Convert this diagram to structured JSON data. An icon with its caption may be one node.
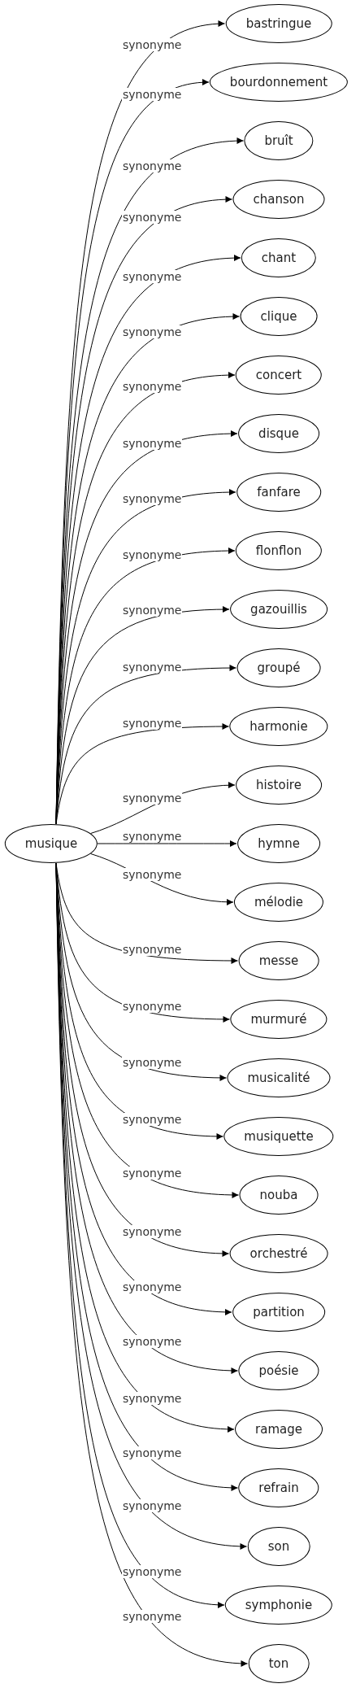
{
  "diagram": {
    "nodes": [
      {
        "text": [
          "musique"
        ]
      },
      {
        "text": [
          "bastringue"
        ]
      },
      {
        "text": [
          "bourdonnement"
        ]
      },
      {
        "text": [
          "bruît"
        ]
      },
      {
        "text": [
          "chanson"
        ]
      },
      {
        "text": [
          "chant"
        ]
      },
      {
        "text": [
          "clique"
        ]
      },
      {
        "text": [
          "concert"
        ]
      },
      {
        "text": [
          "disque"
        ]
      },
      {
        "text": [
          "fanfare"
        ]
      },
      {
        "text": [
          "flonflon"
        ]
      },
      {
        "text": [
          "gazouillis"
        ]
      },
      {
        "text": [
          "groupé"
        ]
      },
      {
        "text": [
          "harmonie"
        ]
      },
      {
        "text": [
          "histoire"
        ]
      },
      {
        "text": [
          "hymne"
        ]
      },
      {
        "text": [
          "mélodie"
        ]
      },
      {
        "text": [
          "messe"
        ]
      },
      {
        "text": [
          "murmuré"
        ]
      },
      {
        "text": [
          "musicalité"
        ]
      },
      {
        "text": [
          "musiquette"
        ]
      },
      {
        "text": [
          "nouba"
        ]
      },
      {
        "text": [
          "orchestré"
        ]
      },
      {
        "text": [
          "partition"
        ]
      },
      {
        "text": [
          "poésie"
        ]
      },
      {
        "text": [
          "ramage"
        ]
      },
      {
        "text": [
          "refrain"
        ]
      },
      {
        "text": [
          "son"
        ]
      },
      {
        "text": [
          "symphonie"
        ]
      },
      {
        "text": [
          "ton"
        ]
      }
    ],
    "edges": [
      {
        "from": 0,
        "to": 1,
        "arrow": "to",
        "label": "synonyme"
      },
      {
        "from": 0,
        "to": 2,
        "arrow": "to",
        "label": "synonyme"
      },
      {
        "from": 0,
        "to": 3,
        "arrow": "to",
        "label": "synonyme"
      },
      {
        "from": 0,
        "to": 4,
        "arrow": "to",
        "label": "synonyme"
      },
      {
        "from": 0,
        "to": 5,
        "arrow": "to",
        "label": "synonyme"
      },
      {
        "from": 0,
        "to": 6,
        "arrow": "to",
        "label": "synonyme"
      },
      {
        "from": 0,
        "to": 7,
        "arrow": "to",
        "label": "synonyme"
      },
      {
        "from": 0,
        "to": 8,
        "arrow": "to",
        "label": "synonyme"
      },
      {
        "from": 0,
        "to": 9,
        "arrow": "to",
        "label": "synonyme"
      },
      {
        "from": 0,
        "to": 10,
        "arrow": "to",
        "label": "synonyme"
      },
      {
        "from": 0,
        "to": 11,
        "arrow": "to",
        "label": "synonyme"
      },
      {
        "from": 0,
        "to": 12,
        "arrow": "to",
        "label": "synonyme"
      },
      {
        "from": 0,
        "to": 13,
        "arrow": "to",
        "label": "synonyme"
      },
      {
        "from": 0,
        "to": 14,
        "arrow": "to",
        "label": "synonyme"
      },
      {
        "from": 0,
        "to": 15,
        "arrow": "to",
        "label": "synonyme"
      },
      {
        "from": 0,
        "to": 16,
        "arrow": "to",
        "label": "synonyme"
      },
      {
        "from": 0,
        "to": 17,
        "arrow": "to",
        "label": "synonyme"
      },
      {
        "from": 0,
        "to": 18,
        "arrow": "to",
        "label": "synonyme"
      },
      {
        "from": 0,
        "to": 19,
        "arrow": "to",
        "label": "synonyme"
      },
      {
        "from": 0,
        "to": 20,
        "arrow": "to",
        "label": "synonyme"
      },
      {
        "from": 0,
        "to": 21,
        "arrow": "to",
        "label": "synonyme"
      },
      {
        "from": 0,
        "to": 22,
        "arrow": "to",
        "label": "synonyme"
      },
      {
        "from": 0,
        "to": 23,
        "arrow": "to",
        "label": "synonyme"
      },
      {
        "from": 0,
        "to": 24,
        "arrow": "to",
        "label": "synonyme"
      },
      {
        "from": 0,
        "to": 25,
        "arrow": "to",
        "label": "synonyme"
      },
      {
        "from": 0,
        "to": 26,
        "arrow": "to",
        "label": "synonyme"
      },
      {
        "from": 0,
        "to": 27,
        "arrow": "to",
        "label": "synonyme"
      },
      {
        "from": 0,
        "to": 28,
        "arrow": "to",
        "label": "synonyme"
      },
      {
        "from": 0,
        "to": 29,
        "arrow": "to",
        "label": "synonyme"
      }
    ]
  }
}
